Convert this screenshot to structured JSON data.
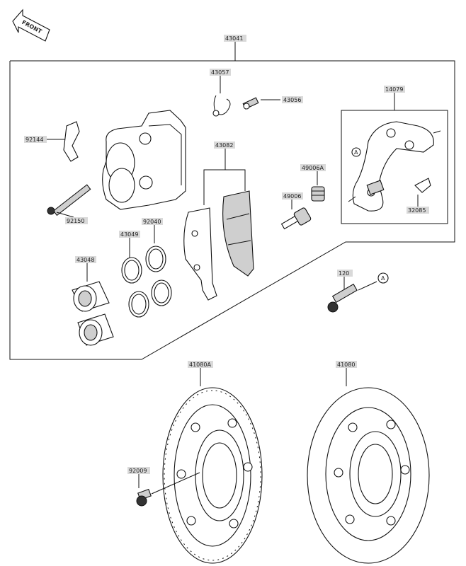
{
  "front_arrow": {
    "text": "FRONT"
  },
  "callouts": {
    "assembly": "43041",
    "pipe": "43057",
    "bleeder": "43056",
    "bracket": "14079",
    "clip": "92144",
    "pads": "43082",
    "boot_a": "49006A",
    "boot": "49006",
    "pin": "92150",
    "seal_dust": "92040",
    "seal_piston": "43049",
    "piston": "43048",
    "spring": "32085",
    "bolt": "120",
    "ref_a": "A",
    "disc_a": "41080A",
    "disc": "41080",
    "screw": "92009"
  },
  "bracket_ref": "A"
}
